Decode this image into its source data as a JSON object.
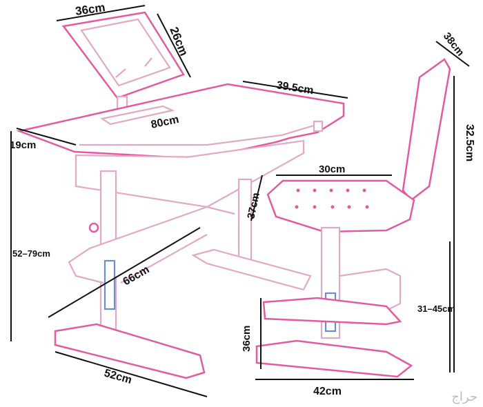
{
  "dimensions": {
    "book_stand_width": "36cm",
    "book_stand_height": "26cm",
    "desk_depth": "39.5cm",
    "desk_width": "80cm",
    "desk_edge": "19cm",
    "desk_height_range": "52–79cm",
    "desk_leg_span": "66cm",
    "desk_base_length": "52cm",
    "chair_back_width": "38cm",
    "chair_back_height": "32.5cm",
    "chair_seat_width": "30cm",
    "chair_seat_depth": "37cm",
    "chair_height_range": "31–45cm",
    "chair_base_height": "36cm",
    "chair_base_width": "42cm"
  },
  "watermark": "حراج",
  "colors": {
    "outline": "#e2a8c4",
    "accent": "#e25aa0",
    "dimension": "#111111"
  }
}
